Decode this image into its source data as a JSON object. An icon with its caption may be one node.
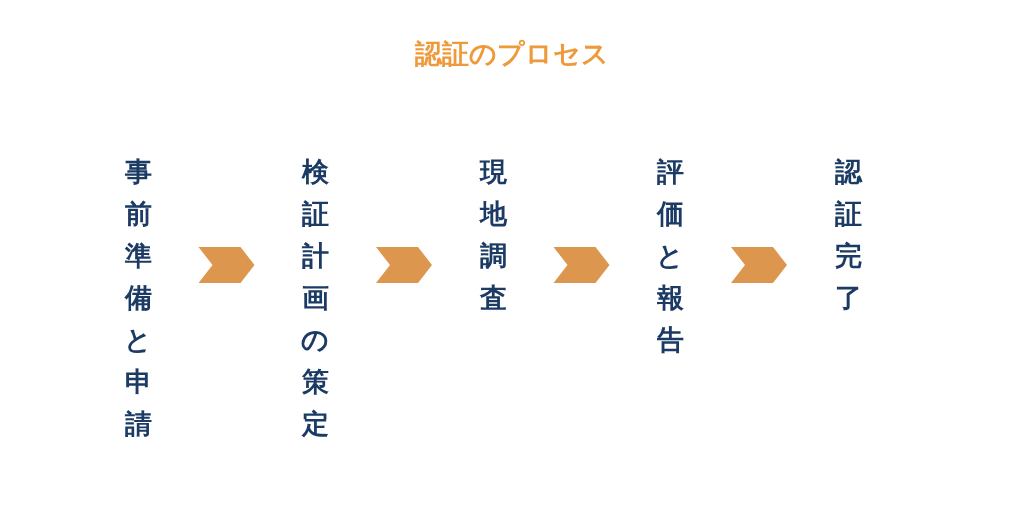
{
  "diagram": {
    "title": "認証のプロセス",
    "nodes": [
      {
        "text": [
          "事前準備と申請"
        ]
      },
      {
        "text": [
          "検証計画の策定"
        ]
      },
      {
        "text": [
          "現地調査"
        ]
      },
      {
        "text": [
          "評価と報告"
        ]
      },
      {
        "text": [
          "認証完了"
        ]
      }
    ],
    "edges": [
      {
        "from": 0,
        "to": 1,
        "arrow": "to"
      },
      {
        "from": 1,
        "to": 2,
        "arrow": "to"
      },
      {
        "from": 2,
        "to": 3,
        "arrow": "to"
      },
      {
        "from": 3,
        "to": 4,
        "arrow": "to"
      }
    ]
  }
}
